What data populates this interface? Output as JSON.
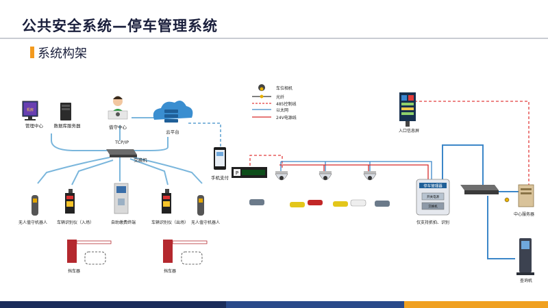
{
  "page": {
    "title": "公共安全系统—停车管理系统",
    "subtitle": "系统构架"
  },
  "left": {
    "mgmt_center": "管理中心",
    "db_server": "数据库服务器",
    "monitor_screen_text": "机房",
    "duty_center": "值守中心",
    "cloud_platform": "云平台",
    "network_label": "TCP/IP",
    "switch_label": "交换机",
    "mobile_pay": "手机支付",
    "robot_left": "无人值守机器人",
    "vehicle_in": "车辆识别仪（入场）",
    "self_pay_terminal": "自助缴费终端",
    "vehicle_out": "车辆识别仪（出场）",
    "robot_right": "无人值守机器人",
    "barrier_left": "挡车器",
    "barrier_right": "挡车器"
  },
  "legend": {
    "space_camera": "车位相机",
    "fiber": "光纤",
    "rs485": "485控制线",
    "ethernet": "以太网",
    "power24": "24V电源线"
  },
  "right": {
    "entry_screen": "入口信息屏",
    "parking_manager": "停车管理器",
    "pm_sub1": "开关电源",
    "pm_sub2": "交换机",
    "pm_caption": "仅支持抓拍、识别",
    "central_server": "中心服务器",
    "query_machine": "查询机"
  },
  "colors": {
    "accent_orange": "#f39a1e",
    "ethernet_blue": "#3b86c8",
    "network_teal": "#6aaed6",
    "control_red": "#e23b3b",
    "power_red": "#d62828",
    "title_navy": "#1a1f3c"
  }
}
